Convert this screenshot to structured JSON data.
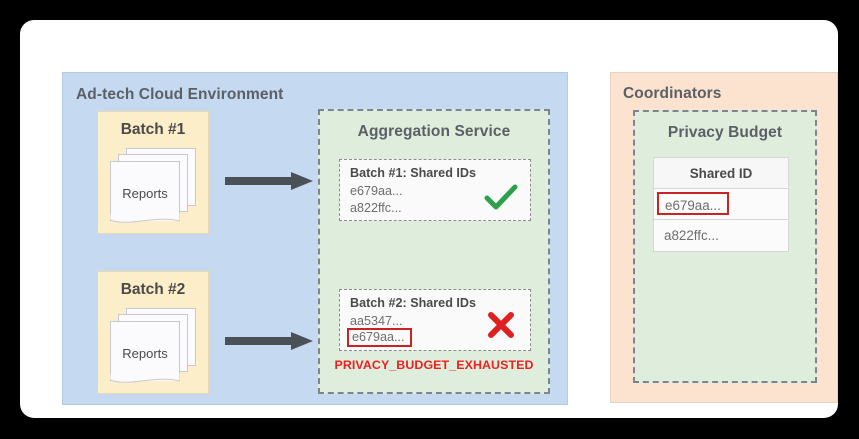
{
  "adtech": {
    "title": "Ad-tech Cloud Environment",
    "batches": [
      {
        "label": "Batch #1",
        "reports_label": "Reports"
      },
      {
        "label": "Batch #2",
        "reports_label": "Reports"
      }
    ],
    "aggregation": {
      "title": "Aggregation Service",
      "cards": [
        {
          "heading": "Batch #1: Shared IDs",
          "ids": [
            "e679aa...",
            "a822ffc..."
          ],
          "status_icon": "check-icon"
        },
        {
          "heading": "Batch #2: Shared IDs",
          "ids": [
            "aa5347...",
            "e679aa..."
          ],
          "status_icon": "x-icon"
        }
      ],
      "error_text": "PRIVACY_BUDGET_EXHAUSTED"
    }
  },
  "coordinators": {
    "title": "Coordinators",
    "privacy_budget": {
      "title": "Privacy Budget",
      "table": {
        "header": "Shared ID",
        "rows": [
          "e679aa...",
          "a822ffc..."
        ]
      }
    }
  },
  "colors": {
    "adtech_panel": "#c5d9f1",
    "coordinator_panel": "#fbe3cf",
    "service_panel": "#dfeedc",
    "batch_box": "#fdeeca",
    "arrow": "#4a5058",
    "success": "#2ca14b",
    "error": "#ee2020",
    "highlight_border": "#cc2222",
    "title_text": "#5b6066"
  }
}
